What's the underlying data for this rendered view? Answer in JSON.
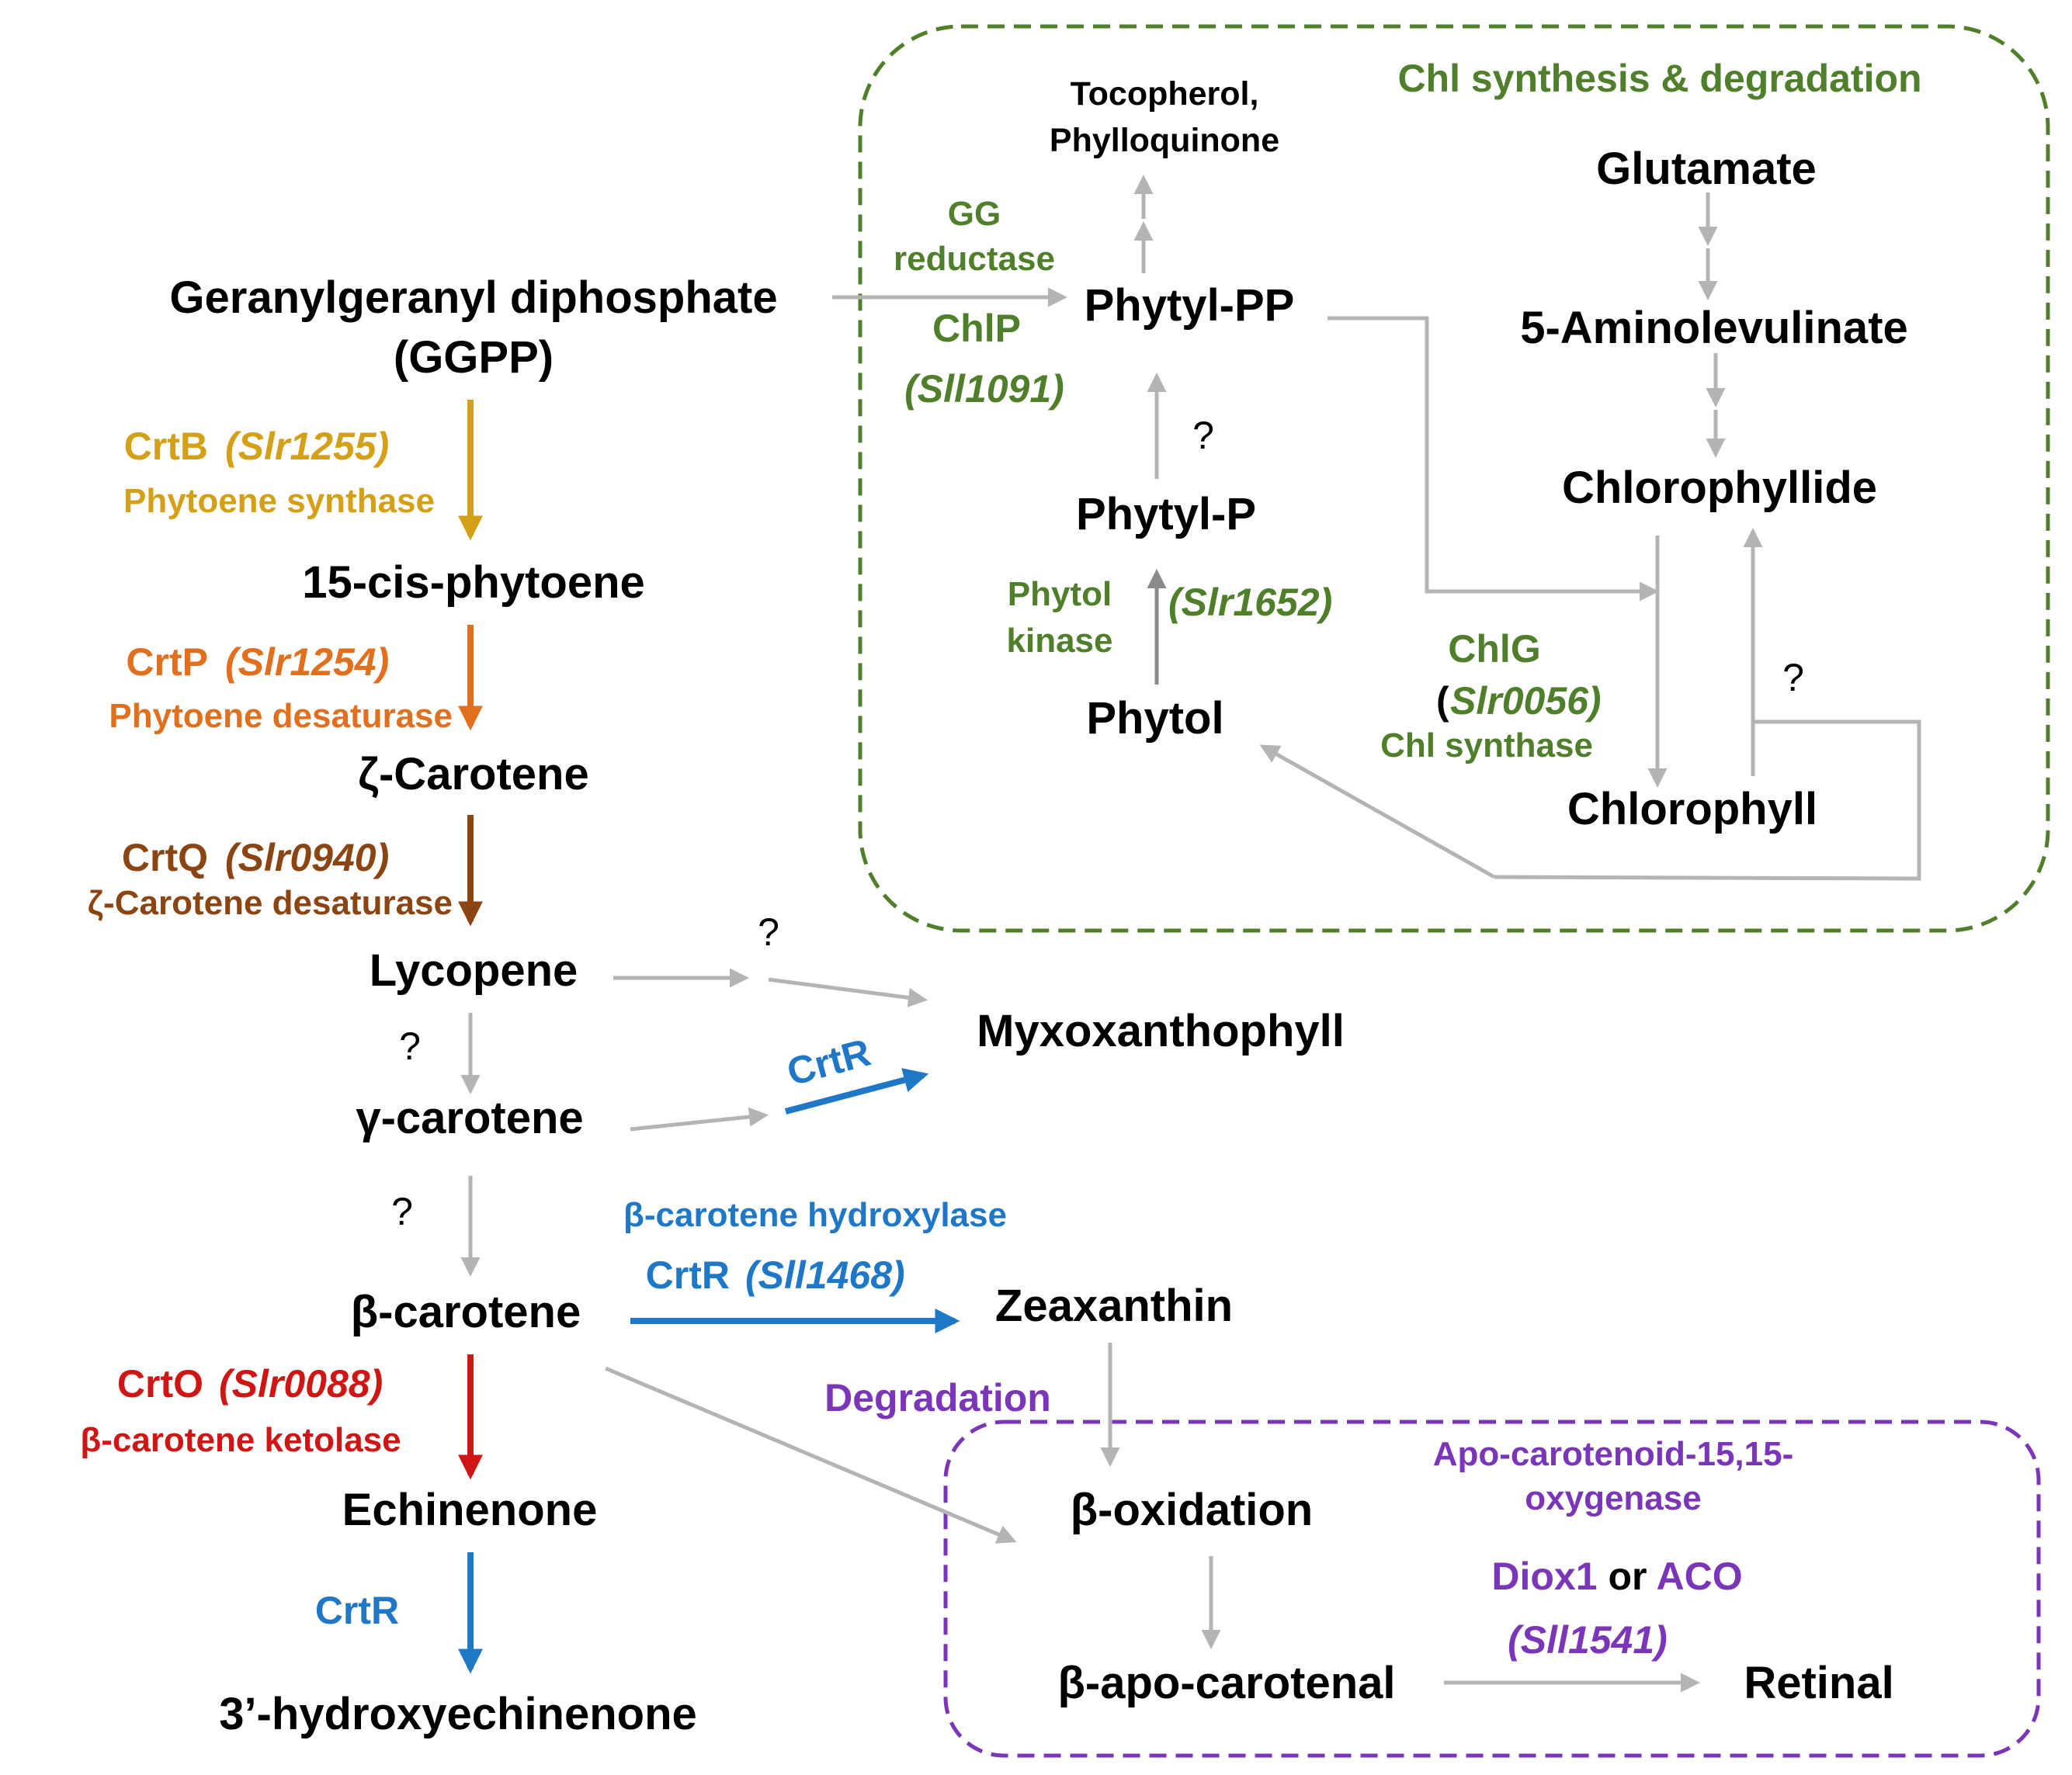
{
  "colors": {
    "grey_arrow": "#b4b4b4",
    "crtB": "#d4a017",
    "crtP": "#e0701e",
    "crtQ": "#8b4513",
    "crtO": "#d01515",
    "crtR": "#1f77c8",
    "chl_green": "#4f7f2a",
    "degradation_purple": "#7a35b8"
  },
  "chl_box": {
    "title": "Chl synthesis & degradation",
    "tocopherol": "Tocopherol,",
    "phylloquinone": "Phylloquinone",
    "gg_reductase_1": "GG",
    "gg_reductase_2": "reductase",
    "chlP_name": "ChlP",
    "chlP_gene": "(Sll1091)",
    "phytyl_pp": "Phytyl-PP",
    "phytyl_p": "Phytyl-P",
    "phytol": "Phytol",
    "phytol_kinase_1": "Phytol",
    "phytol_kinase_2": "kinase",
    "phytol_kinase_gene": "(Slr1652)",
    "unknown_step_1": "?",
    "glutamate": "Glutamate",
    "aminolevulinate": "5-Aminolevulinate",
    "chlorophyllide": "Chlorophyllide",
    "chlorophyll": "Chlorophyll",
    "chlG_name": "ChlG",
    "chlG_gene_paren": "(",
    "chlG_gene": "Slr0056)",
    "chl_synthase": "Chl synthase",
    "unknown_step_2": "?"
  },
  "carotenoid_pathway": {
    "ggpp_1": "Geranylgeranyl diphosphate",
    "ggpp_2": "(GGPP)",
    "crtB_name": "CrtB",
    "crtB_gene": "(Slr1255)",
    "crtB_enzyme": "Phytoene synthase",
    "phytoene": "15-cis-phytoene",
    "crtP_name": "CrtP",
    "crtP_gene": "(Slr1254)",
    "crtP_enzyme": "Phytoene desaturase",
    "zeta_carotene": "ζ-Carotene",
    "crtQ_name": "CrtQ",
    "crtQ_gene": "(Slr0940)",
    "crtQ_enzyme": "ζ-Carotene desaturase",
    "lycopene": "Lycopene",
    "q_lycopene_myxo": "?",
    "q_lycopene_gamma": "?",
    "myxoxanthophyll": "Myxoxanthophyll",
    "crtR_myxo": "CrtR",
    "gamma_carotene": "γ-carotene",
    "q_gamma_beta": "?",
    "beta_carotene": "β-carotene",
    "beta_hydroxylase": "β-carotene hydroxylase",
    "crtR_name": "CrtR",
    "crtR_gene": "(Sll1468)",
    "zeaxanthin": "Zeaxanthin",
    "crtO_name": "CrtO",
    "crtO_gene": "(Slr0088)",
    "crtO_enzyme": "β-carotene ketolase",
    "echinenone": "Echinenone",
    "crtR_echinenone": "CrtR",
    "hydroxyechinenone": "3’-hydroxyechinenone"
  },
  "degradation_box": {
    "label": "Degradation",
    "beta_oxidation": "β-oxidation",
    "apo_oxygenase_1": "Apo-carotenoid-15,15-",
    "apo_oxygenase_2": "oxygenase",
    "diox1": "Diox1",
    "or": " or ",
    "aco": "ACO",
    "gene": "(Sll1541)",
    "beta_apo_carotenal": "β-apo-carotenal",
    "retinal": "Retinal"
  }
}
